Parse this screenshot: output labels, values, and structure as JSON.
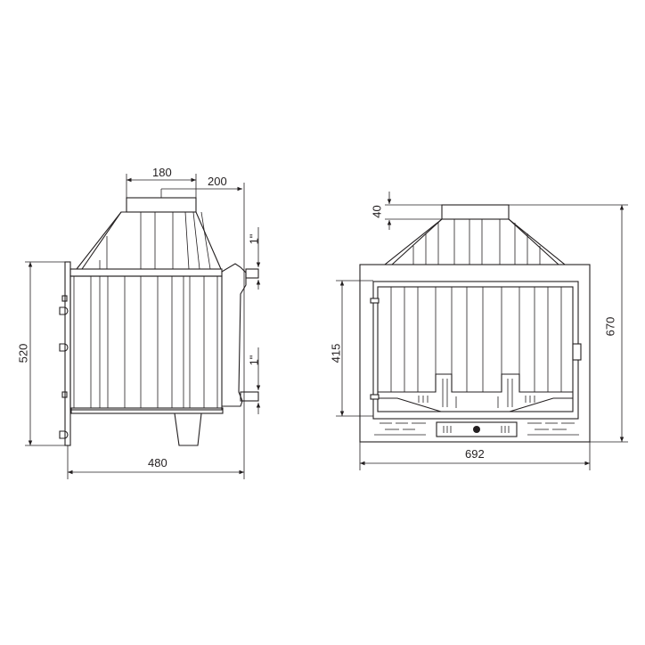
{
  "diagram": {
    "type": "technical-drawing",
    "subject": "fireplace insert",
    "side_view": {
      "dimensions": {
        "flue_diameter": "180",
        "flue_offset": "200",
        "height": "520",
        "depth": "480",
        "pipe_top": "1\"",
        "pipe_bottom": "1\""
      }
    },
    "front_view": {
      "dimensions": {
        "collar_height": "40",
        "total_height": "670",
        "door_height": "415",
        "width": "692"
      }
    },
    "colors": {
      "line": "#231f20",
      "background": "#ffffff"
    }
  }
}
